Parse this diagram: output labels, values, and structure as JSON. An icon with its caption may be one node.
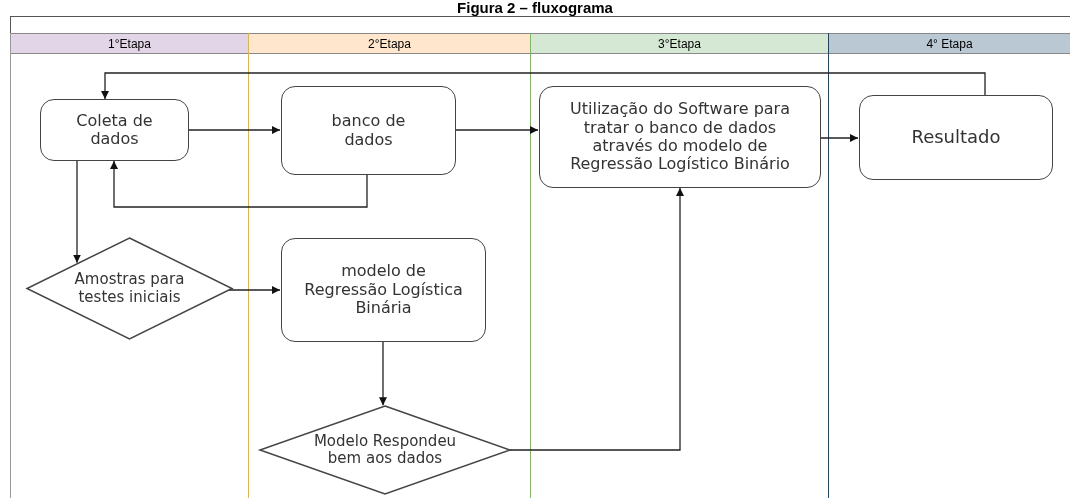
{
  "diagram": {
    "title": "Figura 2 – fluxograma",
    "nodes": [
      {
        "text": [
          "1°Etapa"
        ]
      },
      {
        "text": [
          "2°Etapa"
        ]
      },
      {
        "text": [
          "3°Etapa"
        ]
      },
      {
        "text": [
          "4° Etapa"
        ]
      },
      {
        "text": [
          "Coleta de dados"
        ],
        "in": 0
      },
      {
        "text": [
          "banco de dados"
        ],
        "in": 1
      },
      {
        "text": [
          "Utilização do Software para tratar o banco de dados através do modelo de Regressão Logístico Binário"
        ],
        "in": 2
      },
      {
        "text": [
          "Resultado"
        ],
        "in": 3
      },
      {
        "text": [
          "Amostras para testes iniciais"
        ],
        "in": 0
      },
      {
        "text": [
          "modelo de Regressão Logística Binária"
        ],
        "in": 1
      },
      {
        "text": [
          "Modelo Respondeu bem aos dados"
        ],
        "in": 1
      }
    ],
    "edges": [
      {
        "from": 4,
        "to": 5,
        "arrow": "to"
      },
      {
        "from": 5,
        "to": 6,
        "arrow": "to"
      },
      {
        "from": 6,
        "to": 7,
        "arrow": "to"
      },
      {
        "from": 7,
        "to": 4,
        "arrow": "to"
      },
      {
        "from": 5,
        "to": 4,
        "arrow": "to"
      },
      {
        "from": 4,
        "to": 8,
        "arrow": "to"
      },
      {
        "from": 8,
        "to": 9,
        "arrow": "to"
      },
      {
        "from": 9,
        "to": 10,
        "arrow": "to"
      },
      {
        "from": 10,
        "to": 6,
        "arrow": "to"
      }
    ]
  }
}
